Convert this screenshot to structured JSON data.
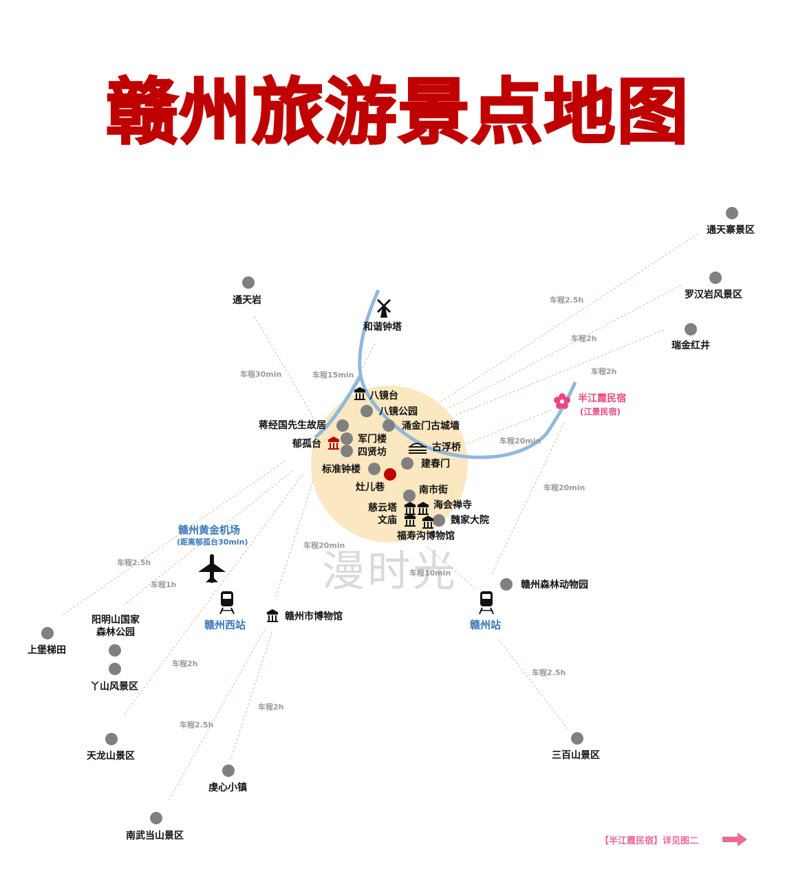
{
  "title": "赣州旅游景点地图",
  "colors": {
    "title": "#c00000",
    "river": "#8fb8de",
    "center_zone": "#fbe7c0",
    "poi_dot": "#808080",
    "highlight_dot": "#c00000",
    "transport_label": "#3a78b8",
    "homestay": "#e8487f",
    "route_line": "#e0b48a"
  },
  "center": {
    "pois": [
      {
        "name": "八镜台",
        "icon": "museum-icon"
      },
      {
        "name": "八镜公园",
        "icon": "dot"
      },
      {
        "name": "涌金门古城墙",
        "icon": "dot"
      },
      {
        "name": "蒋经国先生故居",
        "icon": "dot"
      },
      {
        "name": "郁孤台",
        "icon": "museum-icon-red"
      },
      {
        "name": "军门楼",
        "icon": "dot"
      },
      {
        "name": "四贤坊",
        "icon": "dot"
      },
      {
        "name": "古浮桥",
        "icon": "bridge-icon"
      },
      {
        "name": "建春门",
        "icon": "dot"
      },
      {
        "name": "标准钟楼",
        "icon": "dot"
      },
      {
        "name": "灶儿巷",
        "icon": "red-dot"
      },
      {
        "name": "南市街",
        "icon": "dot"
      },
      {
        "name": "慈云塔",
        "icon": "museum-icon"
      },
      {
        "name": "海会禅寺",
        "icon": "museum-icon"
      },
      {
        "name": "文庙",
        "icon": "museum-icon"
      },
      {
        "name": "魏家大院",
        "icon": "dot"
      },
      {
        "name": "福寿沟博物馆",
        "icon": "museum-icon"
      }
    ]
  },
  "outer": {
    "tongtianyan": "通天岩",
    "hexie_tower": "和谐钟塔",
    "tongtianzhai": "通天寨景区",
    "luohanyan": "罗汉岩风景区",
    "ruijin": "瑞金红井",
    "homestay": "半江霞民宿",
    "homestay_sub": "(江景民宿)",
    "airport": "赣州黄金机场",
    "airport_sub": "(距离郁孤台30min)",
    "west_station": "赣州西站",
    "museum": "赣州市博物馆",
    "station": "赣州站",
    "zoo": "赣州森林动物园",
    "shangbao": "上堡梯田",
    "yangming": "阳明山国家森林公园",
    "yashan": "丫山风景区",
    "tianlong": "天龙山景区",
    "yuxin": "虔心小镇",
    "nanwudang": "南武当山景区",
    "sanbai": "三百山景区"
  },
  "distances": {
    "d_tongtianyan": "车程30min",
    "d_hexie": "车程15min",
    "d_tongtianzhai": "车程2.5h",
    "d_luohan": "车程2h",
    "d_ruijin": "车程2h",
    "d_homestay": "车程20min",
    "d_station": "车程20min",
    "d_shangbao": "车程2.5h",
    "d_yangming": "车程1h",
    "d_museum": "车程20min",
    "d_zoo": "车程10min",
    "d_yashan": "车程2h",
    "d_tianlong": "车程2.5h",
    "d_yuxin": "车程2h",
    "d_sanbai": "车程2.5h"
  },
  "watermark": "漫时光",
  "footer": {
    "text": "【半江霞民宿】详见图二",
    "icon": "arrow-right-icon"
  }
}
